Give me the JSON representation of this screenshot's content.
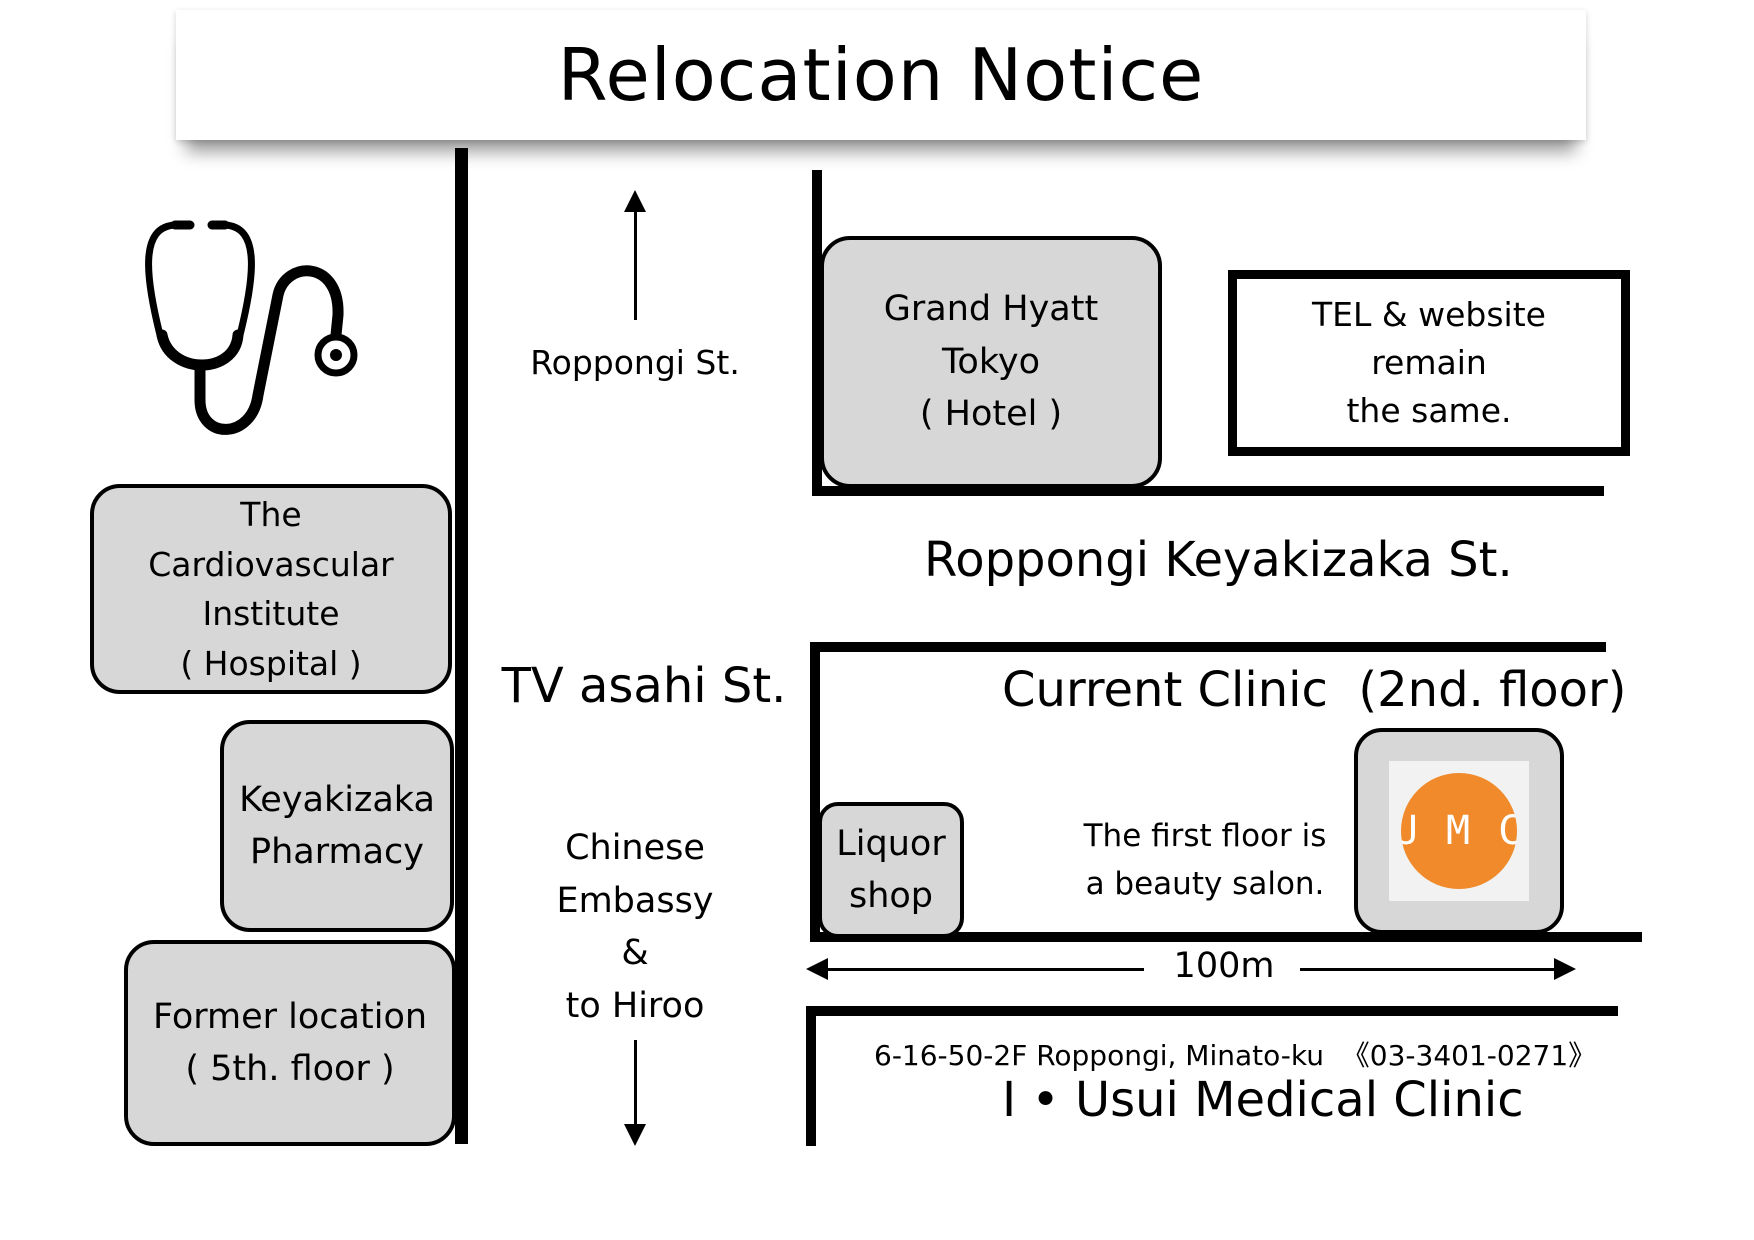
{
  "title": "Relocation Notice",
  "streets": {
    "roppongi": "Roppongi St.",
    "keyakizaka": "Roppongi Keyakizaka St.",
    "tv_asahi": "TV asahi St."
  },
  "places": {
    "grand_hyatt": [
      "Grand Hyatt",
      "Tokyo",
      "( Hotel )"
    ],
    "tel_notice": [
      "TEL & website",
      "remain",
      "the same."
    ],
    "cardiovascular": [
      "The",
      "Cardiovascular",
      "Institute",
      "( Hospital )"
    ],
    "pharmacy": [
      "Keyakizaka",
      "Pharmacy"
    ],
    "former": [
      "Former location",
      "(  5th. floor )"
    ],
    "chinese_embassy": [
      "Chinese",
      "Embassy",
      "&",
      "to Hiroo"
    ],
    "current_clinic": "Current Clinic  (2nd. floor)",
    "liquor": [
      "Liquor",
      "shop"
    ],
    "beauty": [
      "The first floor is",
      "a beauty salon."
    ],
    "logo_text": "U M C"
  },
  "scale_label": "100m",
  "address": "6-16-50-2F Roppongi, Minato-ku  《03-3401-0271》",
  "clinic_name": "I • Usui Medical Clinic",
  "icons": {
    "stethoscope": "stethoscope-icon"
  },
  "colors": {
    "box_fill": "#d7d7d7",
    "logo_orange": "#f08a2a",
    "logo_bg": "#f2f2f2"
  }
}
